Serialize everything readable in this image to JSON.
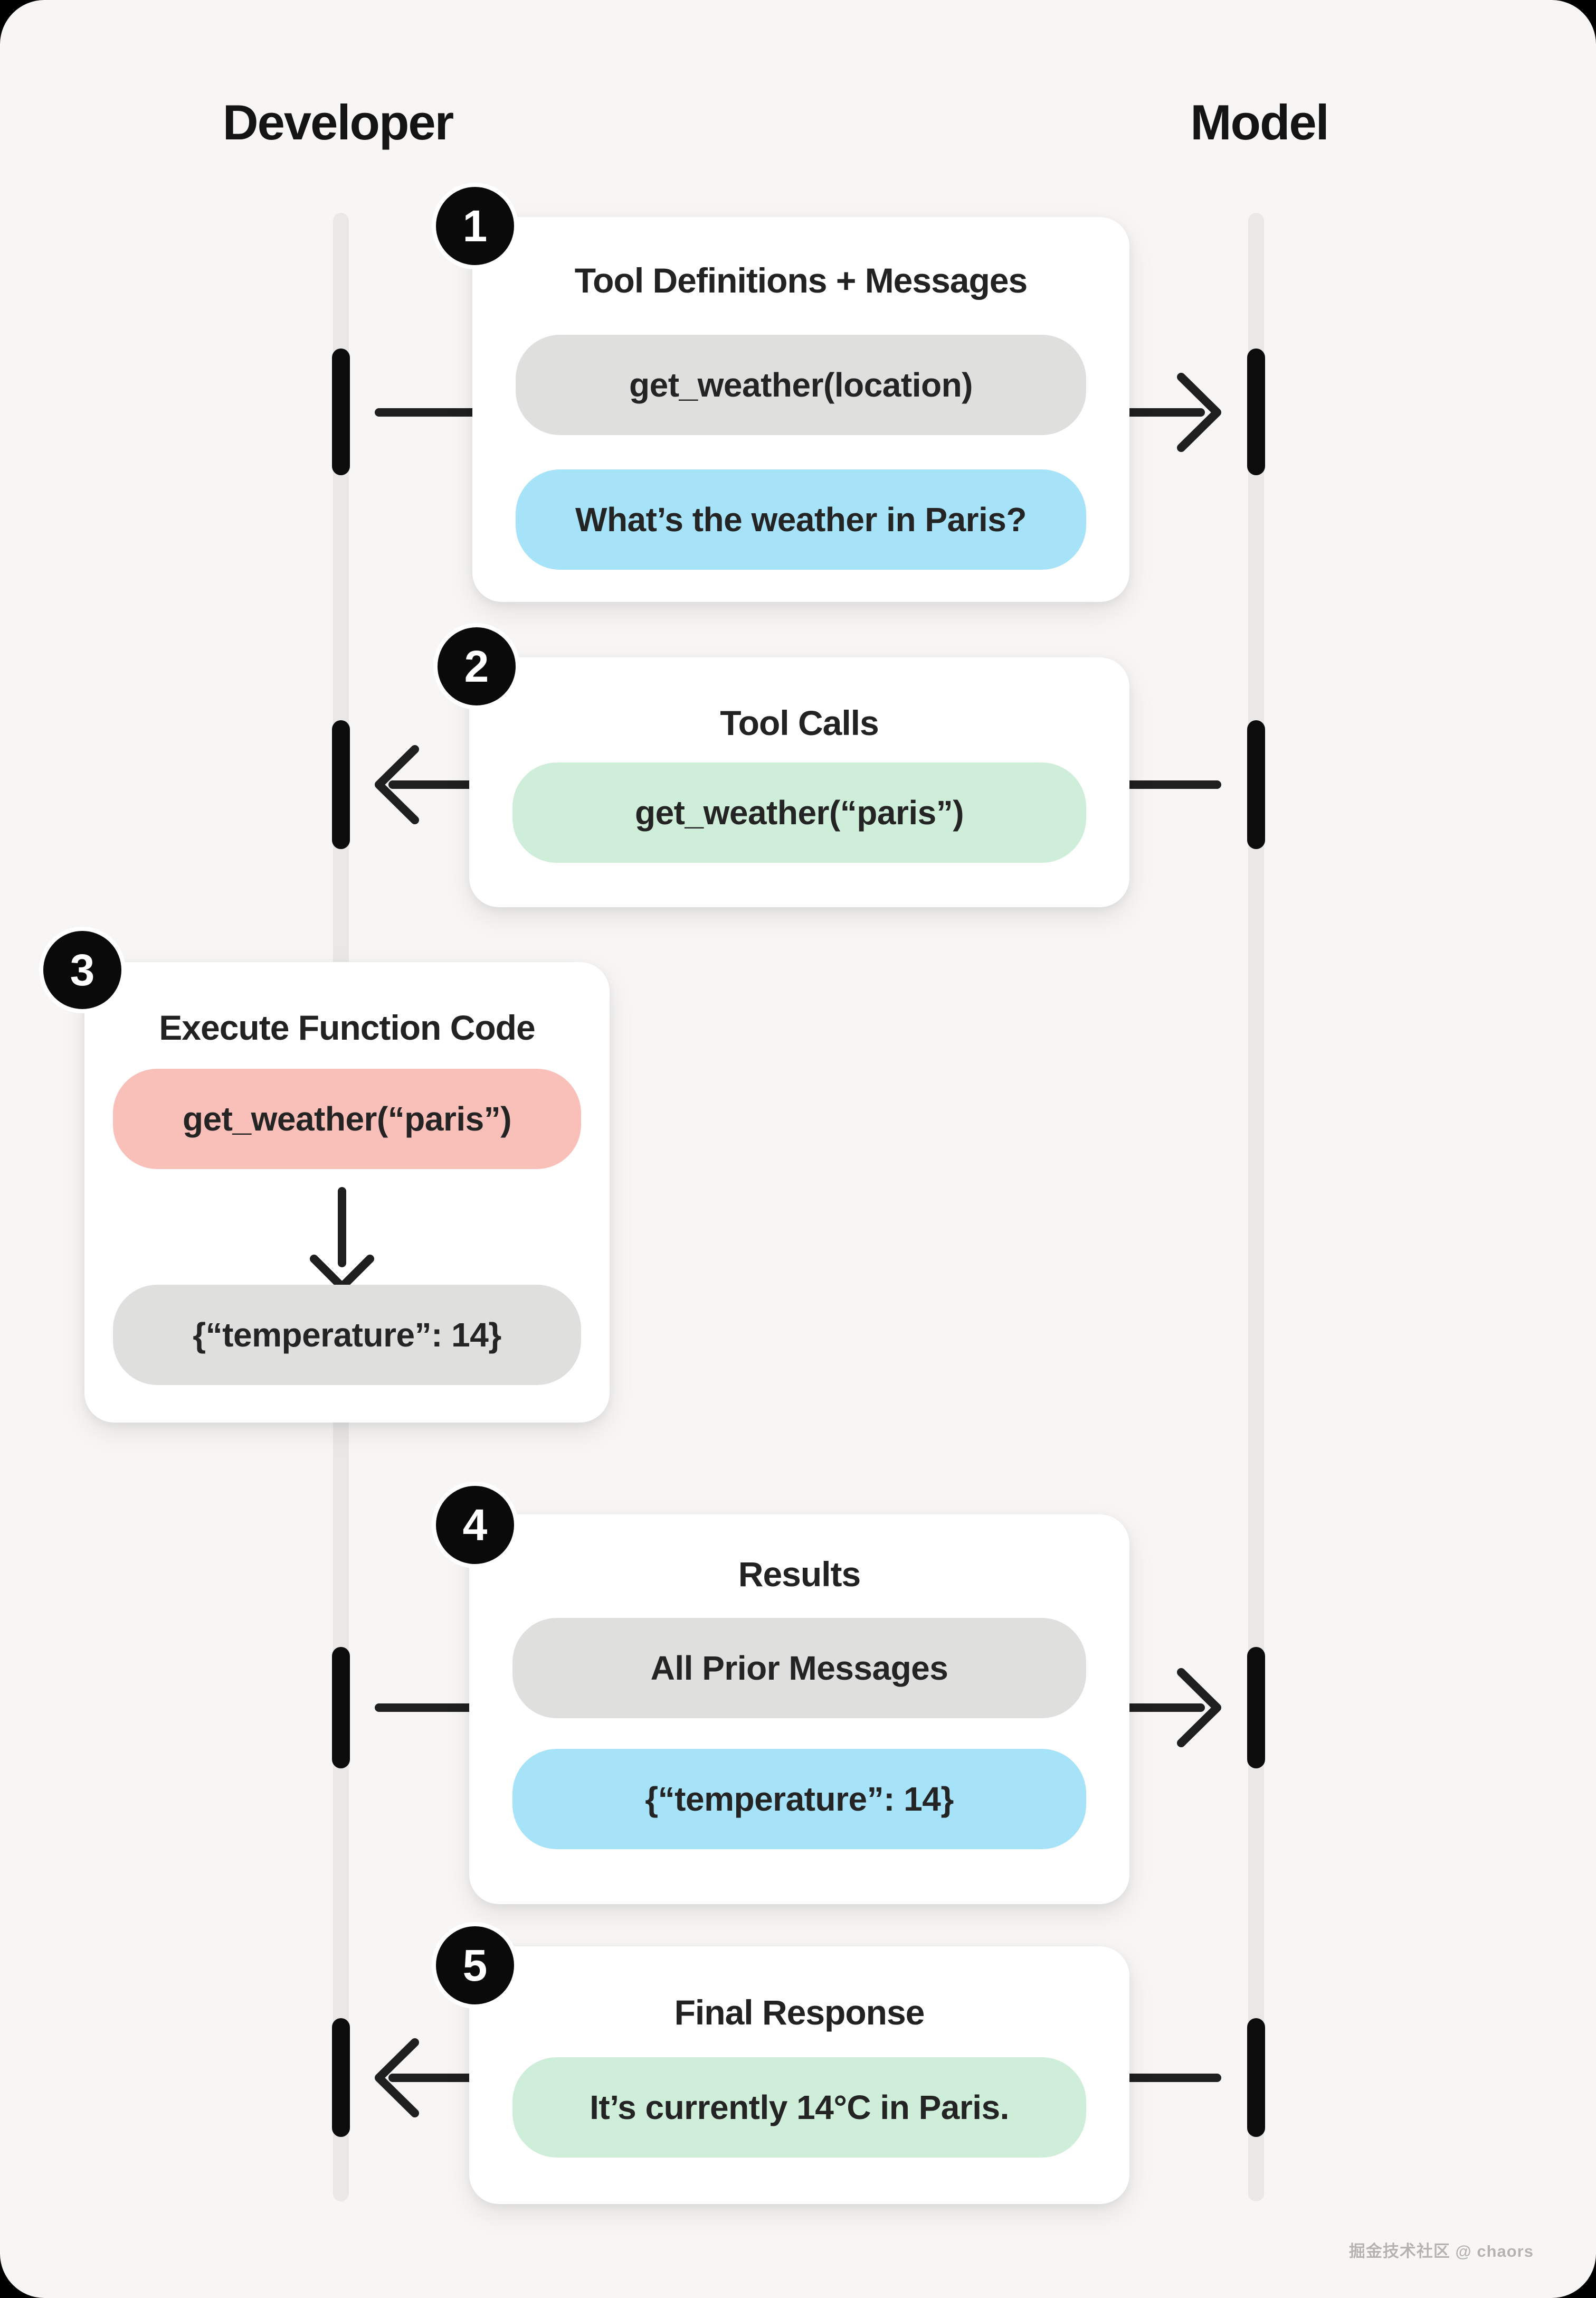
{
  "header": {
    "developer_label": "Developer",
    "model_label": "Model"
  },
  "steps": [
    {
      "number": "1",
      "title": "Tool Definitions + Messages",
      "direction": "developer-to-model",
      "pills": [
        {
          "text": "get_weather(location)",
          "color": "gray"
        },
        {
          "text": "What’s the weather in Paris?",
          "color": "blue"
        }
      ]
    },
    {
      "number": "2",
      "title": "Tool Calls",
      "direction": "model-to-developer",
      "pills": [
        {
          "text": "get_weather(“paris”)",
          "color": "green"
        }
      ]
    },
    {
      "number": "3",
      "title": "Execute Function Code",
      "direction": "local-execution",
      "pills": [
        {
          "text": "get_weather(“paris”)",
          "color": "pink"
        },
        {
          "text": "{“temperature”: 14}",
          "color": "gray"
        }
      ]
    },
    {
      "number": "4",
      "title": "Results",
      "direction": "developer-to-model",
      "pills": [
        {
          "text": "All Prior Messages",
          "color": "gray"
        },
        {
          "text": "{“temperature”: 14}",
          "color": "blue"
        }
      ]
    },
    {
      "number": "5",
      "title": "Final Response",
      "direction": "model-to-developer",
      "pills": [
        {
          "text": "It’s currently 14°C in Paris.",
          "color": "green"
        }
      ]
    }
  ],
  "watermark": "掘金技术社区 @ chaors",
  "colors": {
    "background": "#f7f6f5",
    "card": "#ffffff",
    "lifeline": "#e9e8e7",
    "arrow": "#1f1f1f",
    "text": "#222222",
    "gray": "#dfdfde",
    "blue": "#a7e3f8",
    "green": "#cfeeda",
    "pink": "#f9c0b9",
    "watermark_color": "#b5b3b0"
  }
}
